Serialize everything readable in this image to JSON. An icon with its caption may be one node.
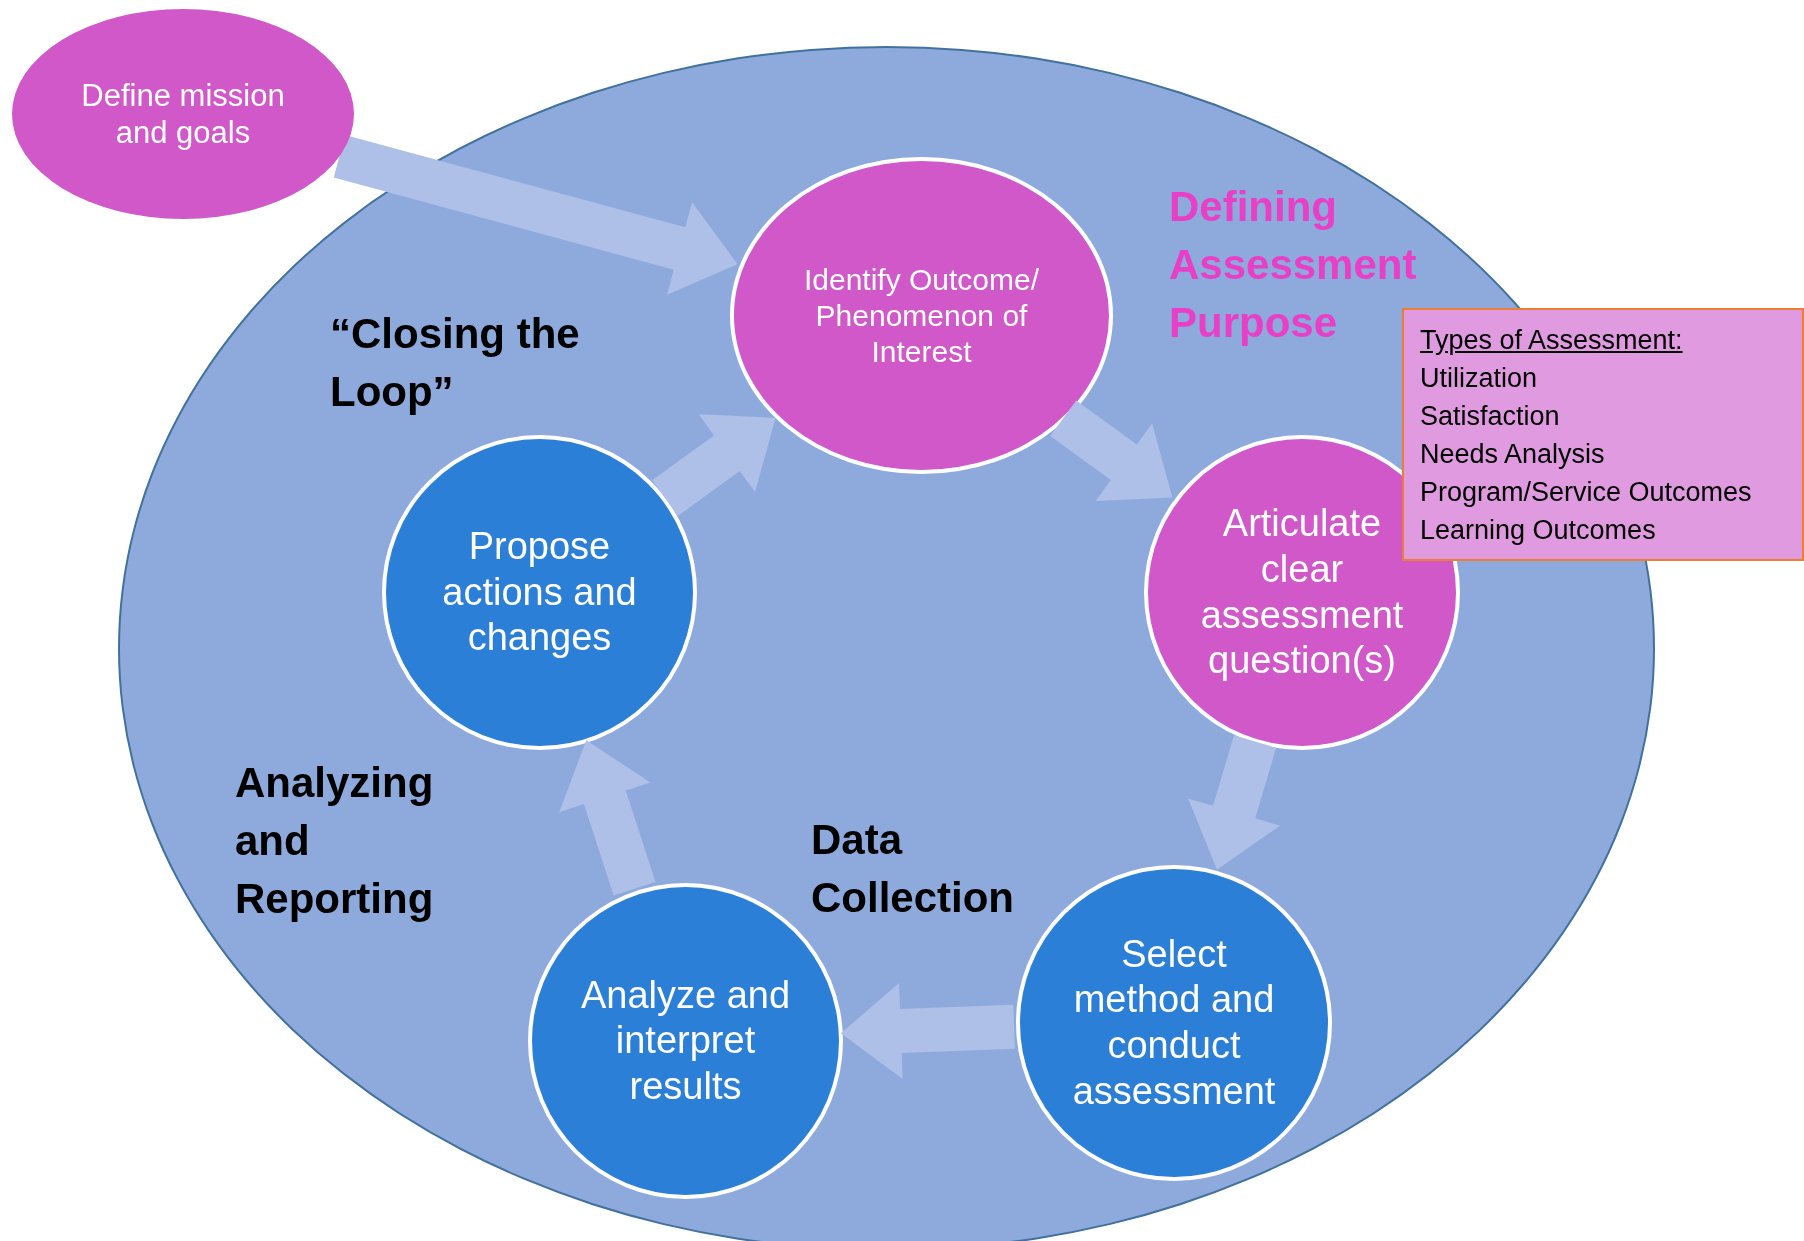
{
  "diagram": {
    "nodes": [
      {
        "text": [],
        "shape": "ellipse"
      },
      {
        "text": [
          "Define mission and goals"
        ]
      },
      {
        "text": [
          "Identify Outcome/ Phenomenon of Interest"
        ],
        "in": 0
      },
      {
        "text": [
          "Articulate clear assessment question(s)"
        ],
        "in": 0
      },
      {
        "text": [
          "Types of Assessment:",
          "Utilization",
          "Satisfaction",
          "Needs Analysis",
          "Program/Service Outcomes",
          "Learning Outcomes"
        ]
      },
      {
        "text": [
          "Select method and conduct assessment"
        ],
        "in": 0
      },
      {
        "text": [
          "Analyze and interpret results"
        ],
        "in": 0
      },
      {
        "text": [
          "Propose actions and changes"
        ],
        "in": 0
      }
    ],
    "edges": [
      {
        "from": 1,
        "to": 2,
        "arrow": "to"
      },
      {
        "from": 2,
        "to": 3,
        "arrow": "to"
      },
      {
        "from": 3,
        "to": 5,
        "arrow": "to"
      },
      {
        "from": 5,
        "to": 6,
        "arrow": "to"
      },
      {
        "from": 6,
        "to": 7,
        "arrow": "to"
      },
      {
        "from": 7,
        "to": 2,
        "arrow": "to"
      }
    ],
    "labels": [
      "Defining Assessment Purpose",
      "“Closing the Loop”",
      "Analyzing and Reporting",
      "Data Collection"
    ]
  }
}
